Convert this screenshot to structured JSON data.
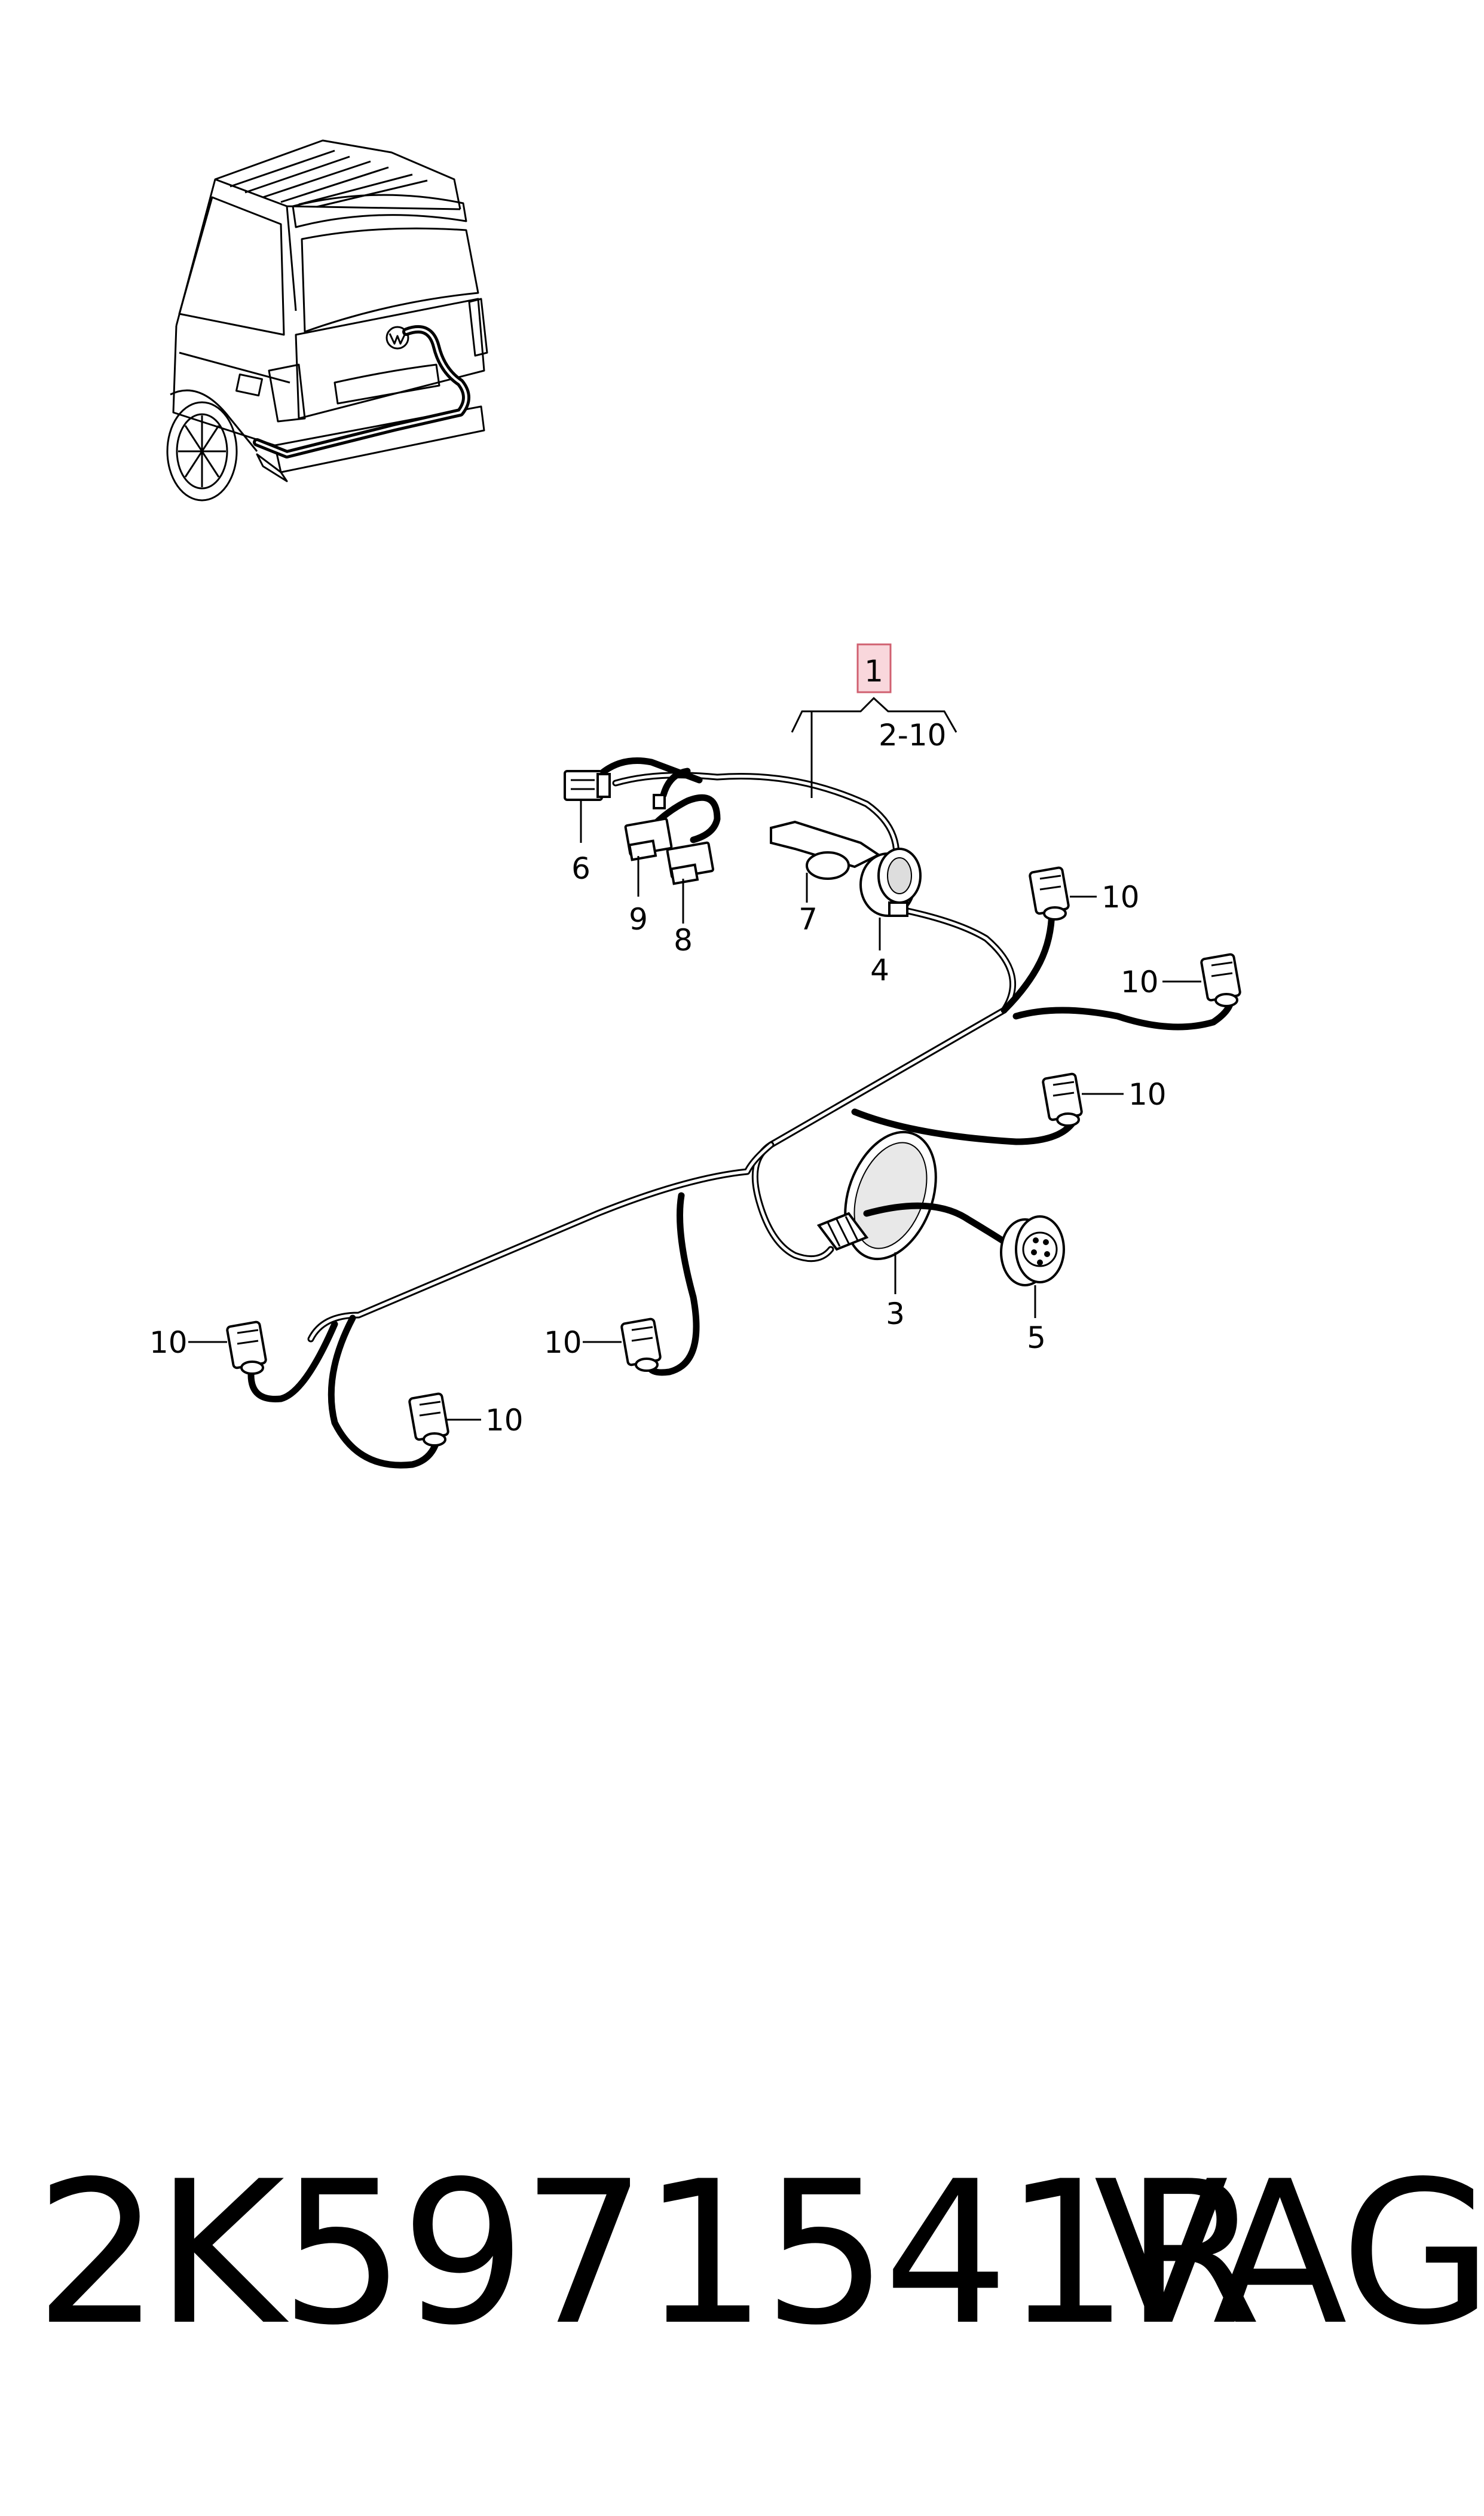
{
  "diagram": {
    "callouts": {
      "main": "1",
      "range": "2-10",
      "c3": "3",
      "c4": "4",
      "c5": "5",
      "c6": "6",
      "c7": "7",
      "c8": "8",
      "c9": "9",
      "c10": "10"
    },
    "highlight_color": "#f4b6bf"
  },
  "footer": {
    "part_number": "2K5971541R",
    "brand": "VAG"
  }
}
